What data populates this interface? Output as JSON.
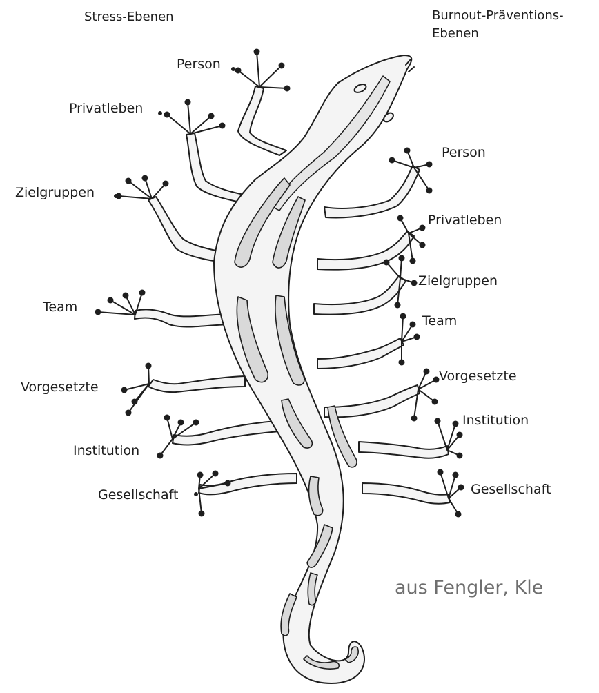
{
  "headings": {
    "left": "Stress-Ebenen",
    "right": "Burnout-Präventions-Ebenen",
    "right_line1": "Burnout-Präventions-",
    "right_line2": "Ebenen"
  },
  "left_labels": [
    "Person",
    "Privatleben",
    "Zielgruppen",
    "Team",
    "Vorgesetzte",
    "Institution",
    "Gesellschaft"
  ],
  "right_labels": [
    "Person",
    "Privatleben",
    "Zielgruppen",
    "Team",
    "Vorgesetzte",
    "Institution",
    "Gesellschaft"
  ],
  "caption": "aus Fengler, Kle",
  "colors": {
    "ink": "#1e1e1e",
    "body_fill": "#f4f4f4",
    "spot_fill": "#d9d9d9",
    "caption": "#6f6f6f"
  }
}
